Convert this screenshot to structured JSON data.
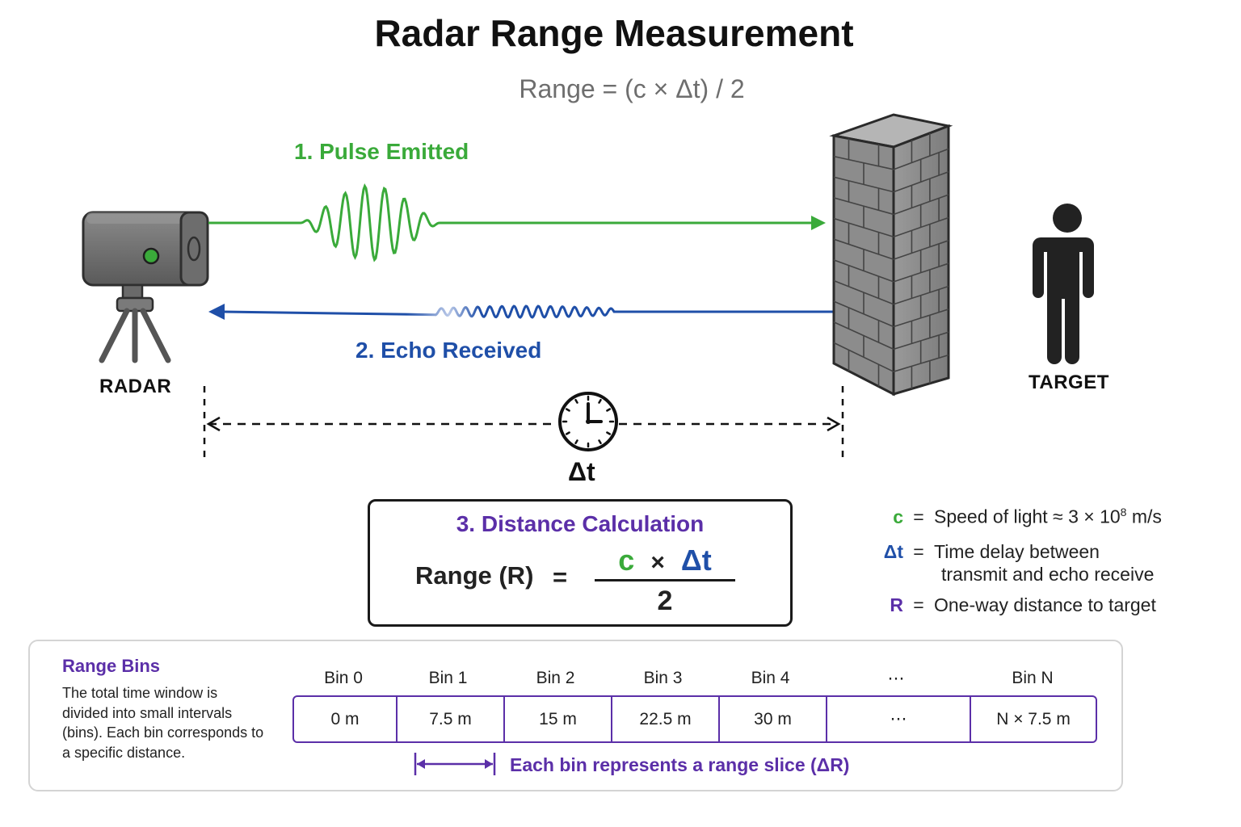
{
  "title": "Radar Range Measurement",
  "formula": "Range = (c × Δt) / 2",
  "steps": {
    "pulse": "1. Pulse Emitted",
    "echo": "2. Echo Received",
    "calc": "3. Distance Calculation"
  },
  "labels": {
    "radar": "RADAR",
    "target": "TARGET",
    "delta_t": "Δt"
  },
  "calculation": {
    "lhs": "Range (R)",
    "equals": "=",
    "num_c": "c",
    "num_times": "×",
    "num_dt": "Δt",
    "denominator": "2"
  },
  "legend": [
    {
      "symbol": "c",
      "equals": "=",
      "text": "Speed of light ≈ 3 × 10",
      "sup": "8",
      "unit": " m/s",
      "color": "#3aaa3a"
    },
    {
      "symbol": "Δt",
      "equals": "=",
      "text": "Time delay between",
      "text2": "transmit and echo receive",
      "color": "#1f4fa8"
    },
    {
      "symbol": "R",
      "equals": "=",
      "text": "One-way distance to target",
      "color": "#5b2fa8"
    }
  ],
  "range_bins": {
    "title": "Range Bins",
    "description": "The total time window is divided into small intervals (bins). Each bin corresponds to a specific distance.",
    "headers": [
      "Bin 0",
      "Bin 1",
      "Bin 2",
      "Bin 3",
      "Bin 4",
      "⋯",
      "Bin N"
    ],
    "values": [
      "0 m",
      "7.5 m",
      "15 m",
      "22.5 m",
      "30 m",
      "⋯",
      "N × 7.5 m"
    ],
    "slice_note": "Each bin represents a range slice (ΔR)"
  },
  "colors": {
    "pulse": "#3aaa3a",
    "echo": "#1f4fa8",
    "accent": "#5b2fa8",
    "text": "#111111",
    "formula_gray": "#6e6e6e"
  }
}
